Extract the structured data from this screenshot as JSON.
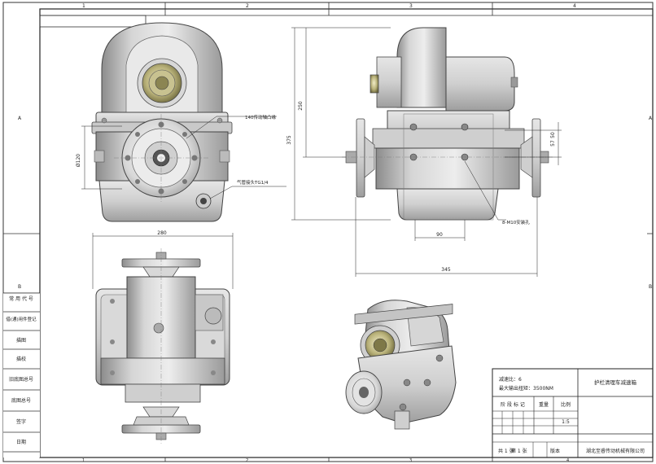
{
  "border": {
    "col_numbers_top": [
      "1",
      "2",
      "3",
      "4"
    ],
    "col_numbers_bottom": [
      "1",
      "2",
      "3",
      "4"
    ],
    "row_letters_left": [
      "A",
      "B"
    ],
    "row_letters_right": [
      "A",
      "B"
    ]
  },
  "side_table": {
    "rows": [
      "常 用 代 号",
      "借(通)用件登记",
      "描图",
      "描校",
      "旧底图总号",
      "底图总号",
      "签字",
      "日期"
    ]
  },
  "dimensions": {
    "front_phi": "Ø120",
    "front_note_1": "140传动轴凸缘",
    "front_note_2": "气管接头TG1/4",
    "side_250": "250",
    "side_375": "375",
    "side_57": "57",
    "side_50": "50",
    "side_90": "90",
    "side_345": "345",
    "side_bolt_note": "8-M10安装孔",
    "top_280": "280"
  },
  "title_block": {
    "spec_line_1": "减速比：6",
    "spec_line_2": "最大输出扭矩：3500NM",
    "product_name": "护栏清理车减速箱",
    "header_stage": "阶 段 标 记",
    "header_weight": "重量",
    "header_ratio": "比例",
    "ratio_value": "1:5",
    "sheet_total": "共 1 张",
    "sheet_no": "第 1 张",
    "version": "版本",
    "company": "湖北至睿传动机械有限公司"
  }
}
